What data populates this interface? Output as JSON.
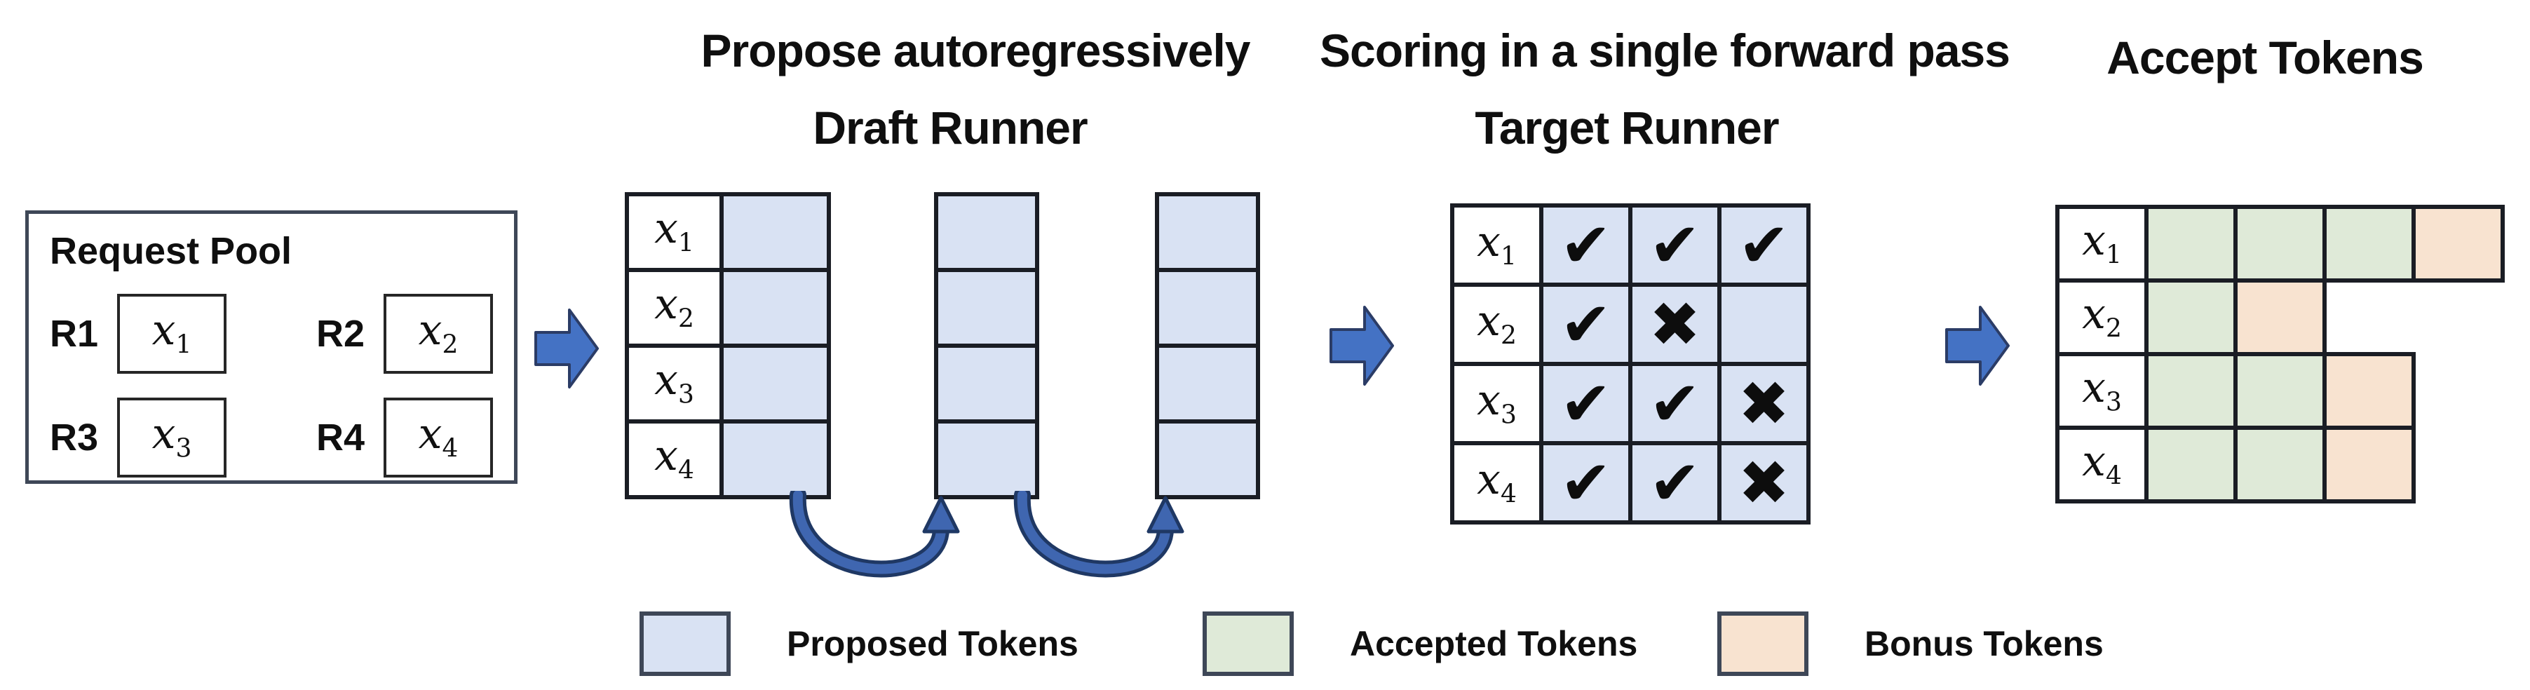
{
  "headings": {
    "draft_process": "Propose autoregressively",
    "draft_runner": "Draft Runner",
    "target_process": "Scoring in a single forward pass",
    "target_runner": "Target Runner",
    "accept": "Accept Tokens"
  },
  "request_pool": {
    "title": "Request Pool",
    "requests": [
      {
        "id": "R1",
        "token_base": "x",
        "token_sub": "1"
      },
      {
        "id": "R2",
        "token_base": "x",
        "token_sub": "2"
      },
      {
        "id": "R3",
        "token_base": "x",
        "token_sub": "3"
      },
      {
        "id": "R4",
        "token_base": "x",
        "token_sub": "4"
      }
    ]
  },
  "tokens": [
    {
      "base": "x",
      "sub": "1"
    },
    {
      "base": "x",
      "sub": "2"
    },
    {
      "base": "x",
      "sub": "3"
    },
    {
      "base": "x",
      "sub": "4"
    }
  ],
  "draft_runner": {
    "num_autoregressive_steps": 3
  },
  "target_runner": {
    "rows": [
      {
        "marks": [
          "✔",
          "✔",
          "✔"
        ]
      },
      {
        "marks": [
          "✔",
          "✖",
          ""
        ]
      },
      {
        "marks": [
          "✔",
          "✔",
          "✖"
        ]
      },
      {
        "marks": [
          "✔",
          "✔",
          "✖"
        ]
      }
    ]
  },
  "accept_tokens": {
    "rows": [
      {
        "cells": [
          "accepted",
          "accepted",
          "accepted",
          "bonus"
        ]
      },
      {
        "cells": [
          "accepted",
          "bonus"
        ]
      },
      {
        "cells": [
          "accepted",
          "accepted",
          "bonus"
        ]
      },
      {
        "cells": [
          "accepted",
          "accepted",
          "bonus"
        ]
      }
    ]
  },
  "legend": [
    {
      "type": "proposed",
      "label": "Proposed Tokens"
    },
    {
      "type": "accepted",
      "label": "Accepted Tokens"
    },
    {
      "type": "bonus",
      "label": "Bonus Tokens"
    }
  ],
  "colors": {
    "proposed": "#d9e2f3",
    "accepted": "#dfead8",
    "bonus": "#f8e3d0",
    "arrow_fill": "#4472c4",
    "arrow_outline": "#2b3c66",
    "loop_arrow": "#3f66b0",
    "grid_border": "#1a1d24"
  }
}
